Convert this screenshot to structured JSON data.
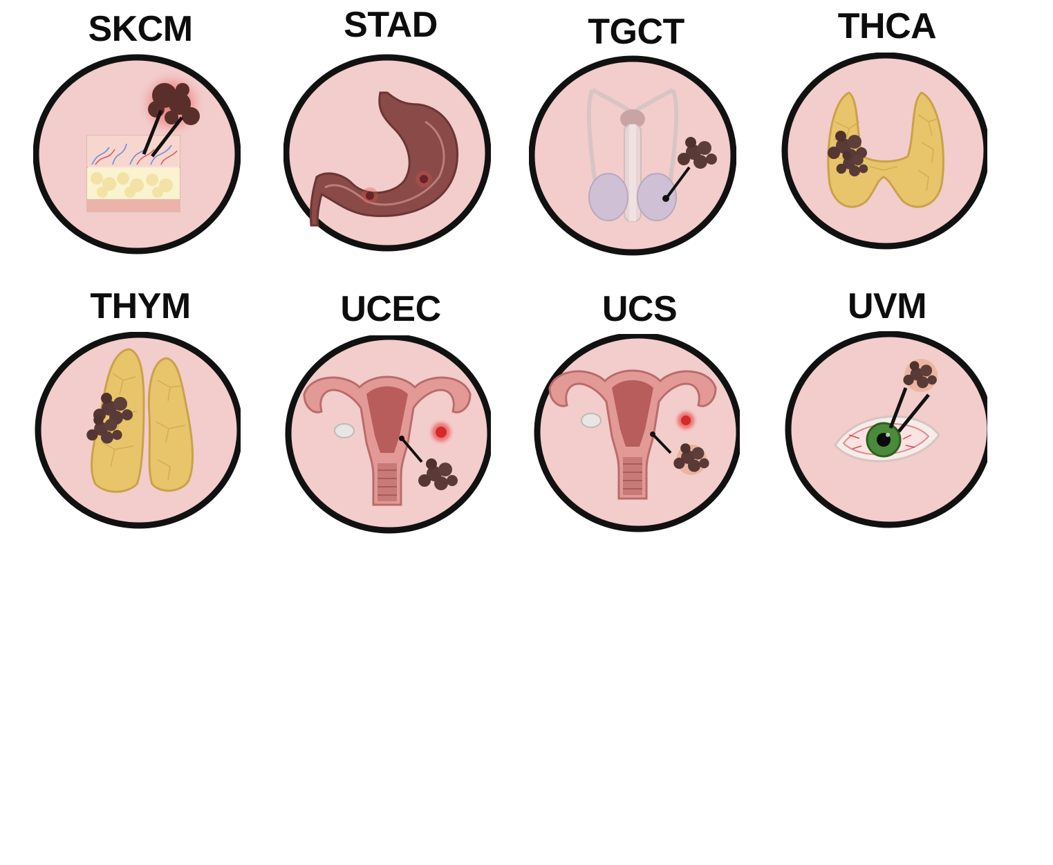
{
  "panels": [
    {
      "label": "SKCM",
      "icon": "skin-melanoma-icon"
    },
    {
      "label": "STAD",
      "icon": "stomach-icon"
    },
    {
      "label": "TGCT",
      "icon": "testis-icon"
    },
    {
      "label": "THCA",
      "icon": "thyroid-icon"
    },
    {
      "label": "THYM",
      "icon": "thymus-icon"
    },
    {
      "label": "UCEC",
      "icon": "uterus-icon"
    },
    {
      "label": "UCS",
      "icon": "uterus-icon"
    },
    {
      "label": "UVM",
      "icon": "eye-icon"
    }
  ],
  "colors": {
    "circle_fill": "#f3cccc",
    "circle_stroke": "#111111",
    "tumor": "#5a3a36",
    "gland": "#e8c46a",
    "tissue": "#c98a86"
  }
}
